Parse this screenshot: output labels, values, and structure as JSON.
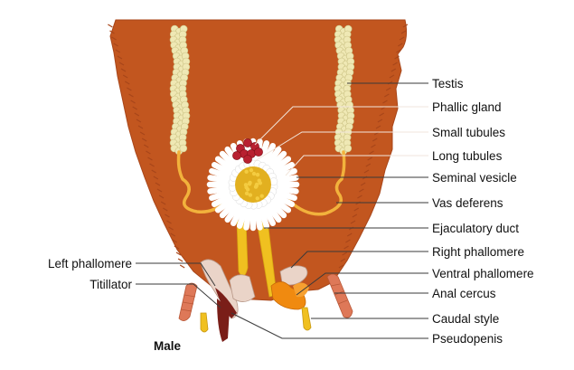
{
  "labels_right": {
    "testis": "Testis",
    "phallic_gland": "Phallic gland",
    "small_tubules": "Small tubules",
    "long_tubules": "Long tubules",
    "seminal_vesicle": "Seminal vesicle",
    "vas_deferens": "Vas deferens",
    "ejaculatory_duct": "Ejaculatory duct",
    "right_phallomere": "Right phallomere",
    "ventral_phallomere": "Ventral phallomere",
    "anal_cercus": "Anal cercus",
    "caudal_style": "Caudal style",
    "pseudopenis": "Pseudopenis"
  },
  "labels_left": {
    "left_phallomere": "Left phallomere",
    "titillator": "Titillator"
  },
  "caption": "Male",
  "colors": {
    "abdomen": "#c2561f",
    "abdomen_edge": "#a8461a",
    "testis": "#efe8b4",
    "vas_deferens": "#f2b23c",
    "seminal_vesicle_core": "#e2b020",
    "phallic_gland": "#b82030",
    "cercus": "#de7858",
    "style": "#f0c020",
    "phallomere": "#ead4c8",
    "dark_phallomere": "#7a1e18"
  }
}
